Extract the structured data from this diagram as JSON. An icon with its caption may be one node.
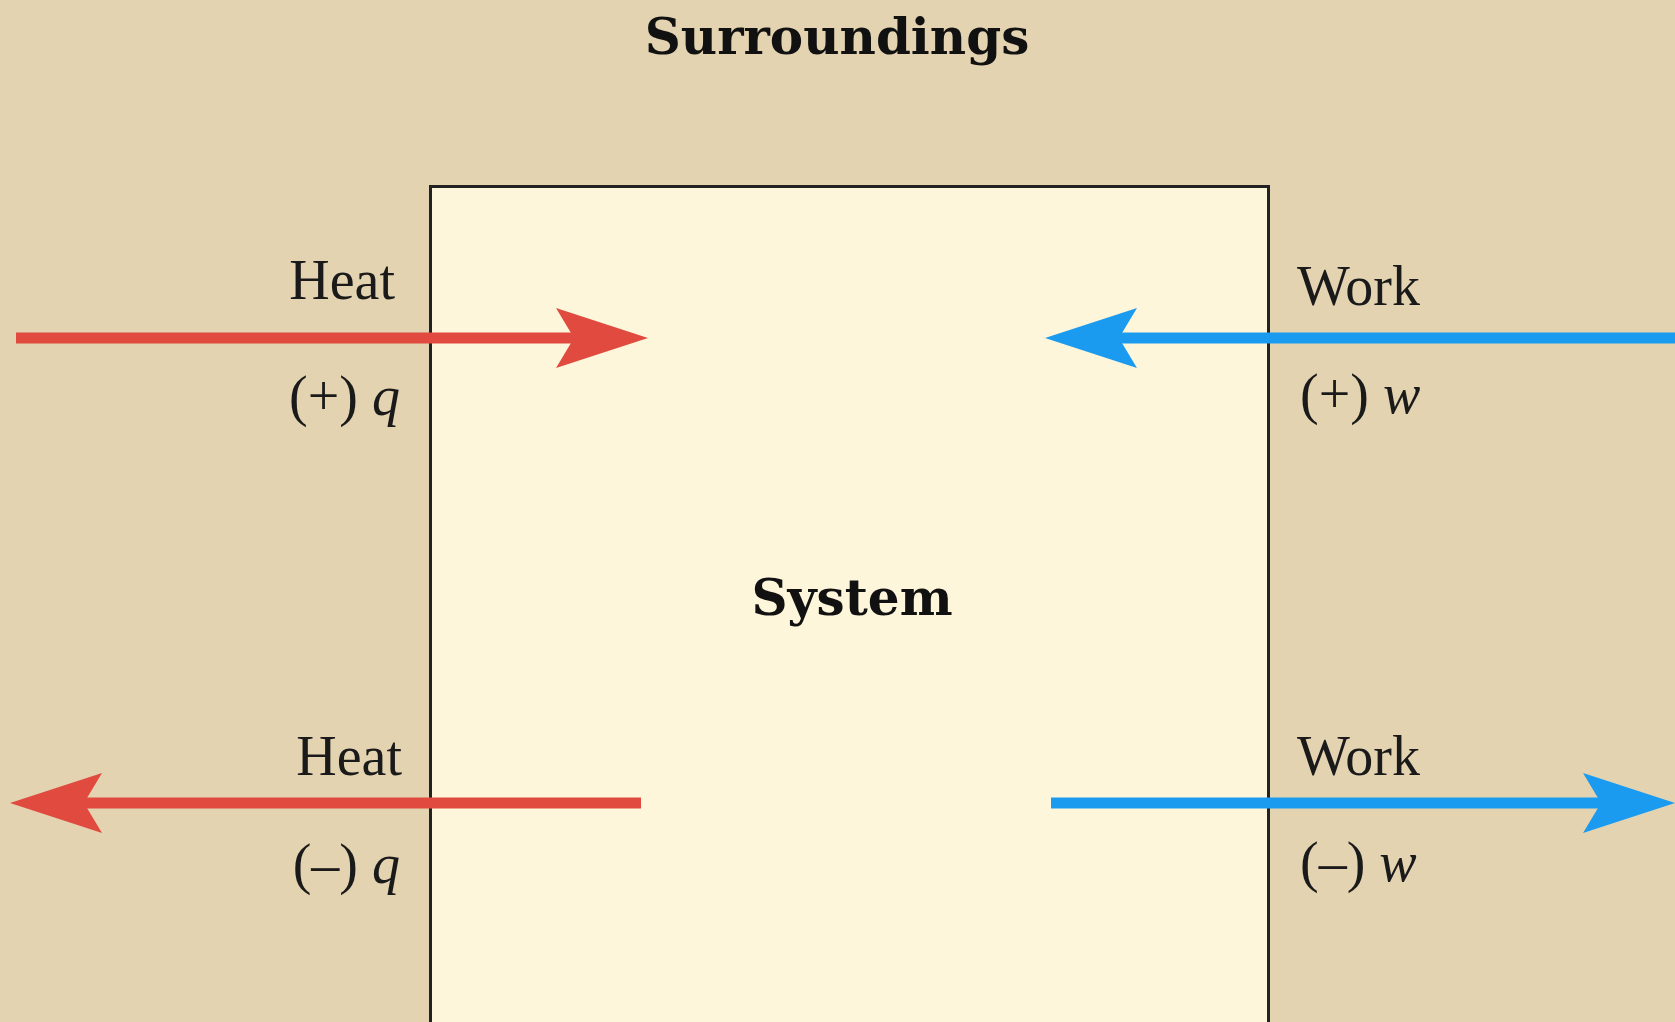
{
  "diagram": {
    "nodes": [
      {
        "text": [
          "Surroundings"
        ]
      },
      {
        "text": [
          "System"
        ],
        "in": 0
      }
    ],
    "edges": [
      {
        "from": null,
        "to": 1,
        "arrow": "to",
        "color": "#e04a3f"
      },
      {
        "from": null,
        "to": 1,
        "arrow": "to",
        "color": "#1a9bef"
      },
      {
        "from": 1,
        "to": null,
        "arrow": "to",
        "color": "#e04a3f"
      },
      {
        "from": 1,
        "to": null,
        "arrow": "to",
        "color": "#1a9bef"
      }
    ],
    "labels": [
      "Heat",
      "(+) *q*",
      "Work",
      "(+) *w*",
      "Heat",
      "(–) *q*",
      "Work",
      "(–) *w*"
    ]
  }
}
